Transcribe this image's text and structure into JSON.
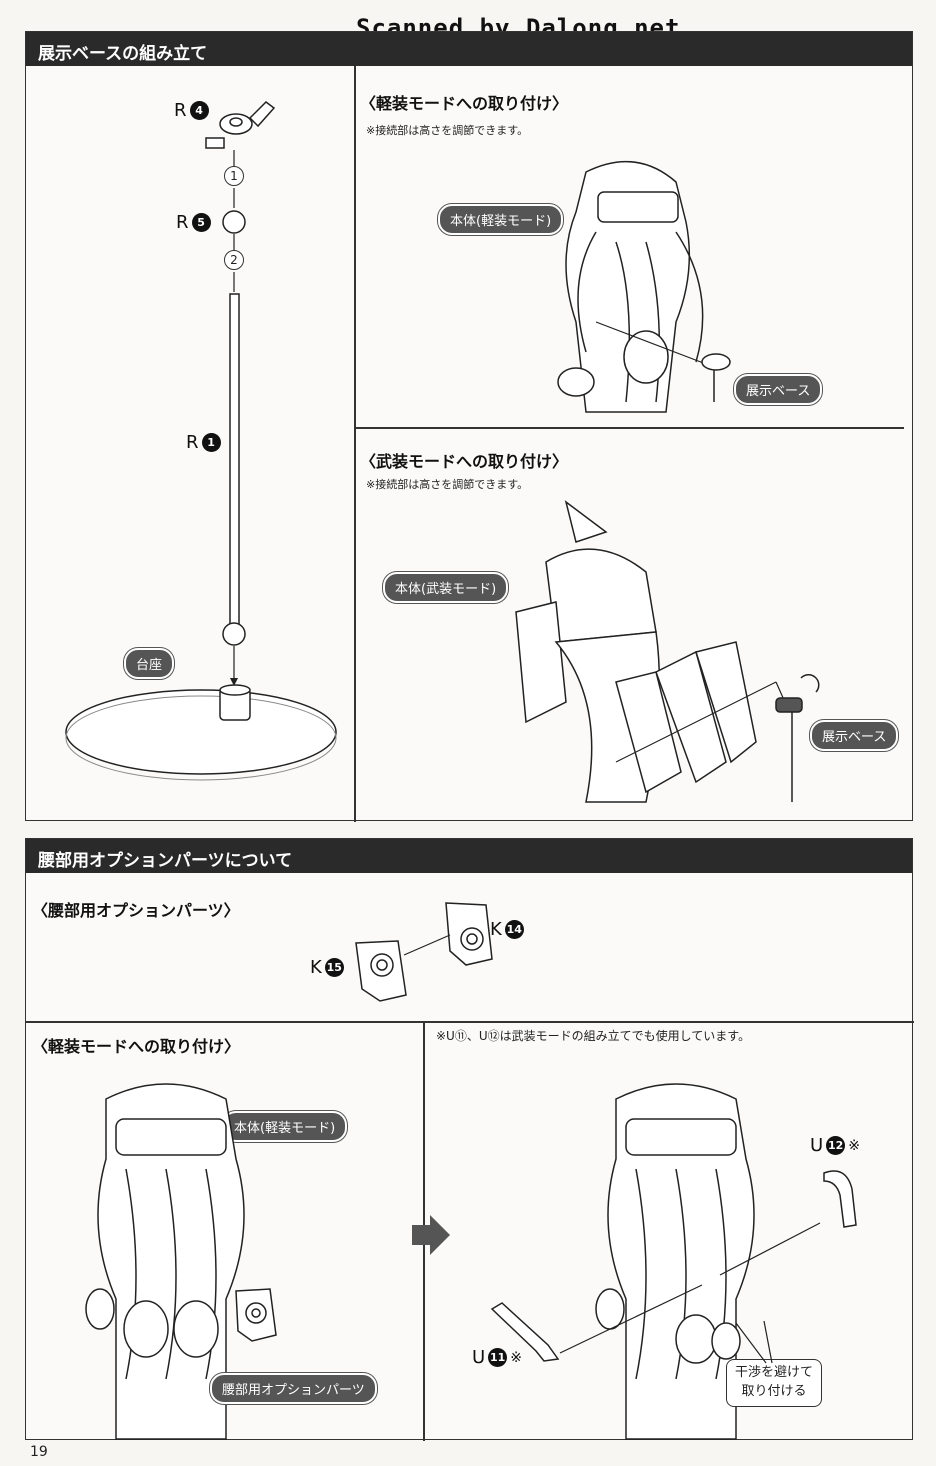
{
  "watermark": "Scanned by Dalong.net",
  "section1": {
    "title": "展示ベースの組み立て",
    "parts": {
      "r4": {
        "letter": "R",
        "num": "4"
      },
      "r5": {
        "letter": "R",
        "num": "5"
      },
      "r1": {
        "letter": "R",
        "num": "1"
      }
    },
    "steps": [
      "1",
      "2"
    ],
    "base_label": "台座",
    "light": {
      "title": "〈軽装モードへの取り付け〉",
      "note": "※接続部は高さを調節できます。",
      "body_label": "本体(軽装モード)",
      "stand_label": "展示ベース"
    },
    "armed": {
      "title": "〈武装モードへの取り付け〉",
      "note": "※接続部は高さを調節できます。",
      "body_label": "本体(武装モード)",
      "stand_label": "展示ベース"
    }
  },
  "section2": {
    "title": "腰部用オプションパーツについて",
    "options": {
      "title": "〈腰部用オプションパーツ〉",
      "k14": {
        "letter": "K",
        "num": "14"
      },
      "k15": {
        "letter": "K",
        "num": "15"
      }
    },
    "light": {
      "title": "〈軽装モードへの取り付け〉",
      "body_label": "本体(軽装モード)",
      "parts_label": "腰部用オプションパーツ"
    },
    "right": {
      "note": "※U⑪、U⑫は武装モードの組み立てでも使用しています。",
      "u12": {
        "letter": "U",
        "num": "12",
        "mark": "※"
      },
      "u11": {
        "letter": "U",
        "num": "11",
        "mark": "※"
      },
      "instruction_line1": "干渉を避けて",
      "instruction_line2": "取り付ける"
    }
  },
  "page_number": "19"
}
